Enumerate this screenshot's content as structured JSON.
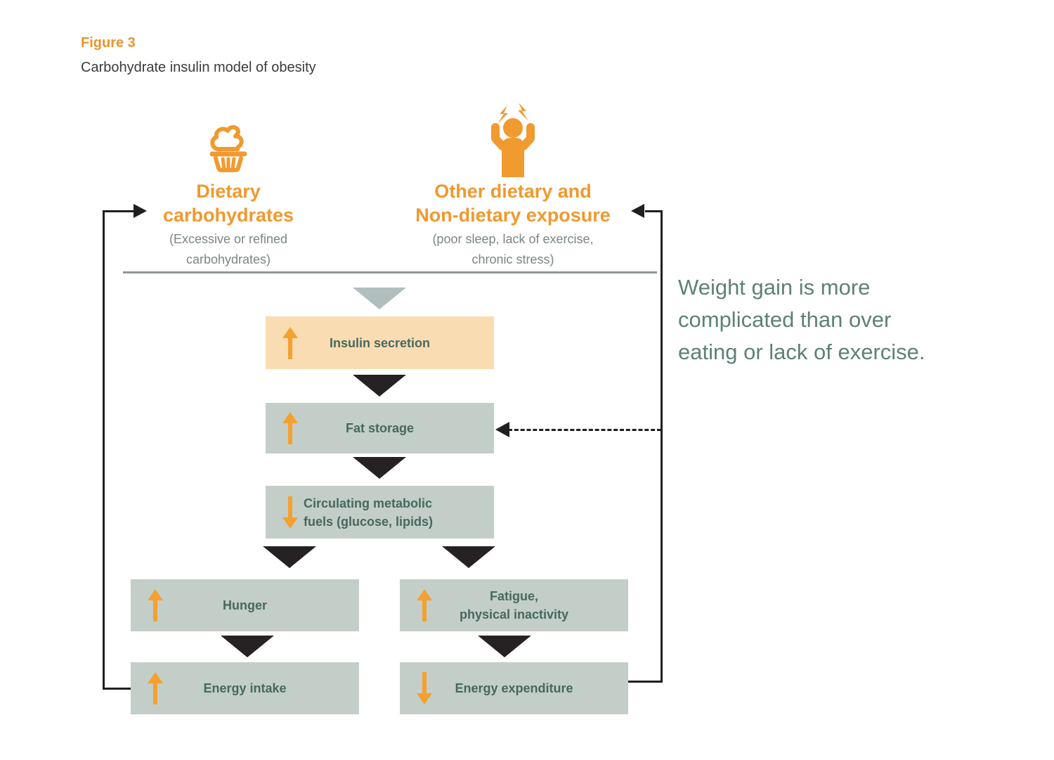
{
  "figure": {
    "label": "Figure 3",
    "title": "Carbohydrate insulin model of obesity"
  },
  "sources": {
    "dietary": {
      "icon": "cupcake-icon",
      "title_lines": [
        "Dietary",
        "carbohydrates"
      ],
      "subtitle_lines": [
        "(Excessive or refined",
        "carbohydrates)"
      ]
    },
    "other": {
      "icon": "stressed-person-icon",
      "title_lines": [
        "Other dietary and",
        "Non-dietary exposure"
      ],
      "subtitle_lines": [
        "(poor sleep, lack of exercise,",
        "chronic stress)"
      ]
    }
  },
  "nodes": {
    "insulin_secretion": {
      "direction": "up",
      "lines": [
        "Insulin secretion"
      ],
      "variant": "orange"
    },
    "fat_storage": {
      "direction": "up",
      "lines": [
        "Fat storage"
      ],
      "variant": "gray"
    },
    "metabolic_fuels": {
      "direction": "down",
      "lines": [
        "Circulating metabolic",
        "fuels (glucose, lipids)"
      ],
      "variant": "gray"
    },
    "hunger": {
      "direction": "up",
      "lines": [
        "Hunger"
      ],
      "variant": "gray"
    },
    "fatigue": {
      "direction": "up",
      "lines": [
        "Fatigue,",
        "physical inactivity"
      ],
      "variant": "gray"
    },
    "energy_intake": {
      "direction": "up",
      "lines": [
        "Energy intake"
      ],
      "variant": "gray"
    },
    "energy_expenditure": {
      "direction": "down",
      "lines": [
        "Energy expenditure"
      ],
      "variant": "gray"
    }
  },
  "callout": {
    "lines": [
      "Weight gain is more",
      "complicated than over",
      "eating or lack of exercise."
    ]
  },
  "colors": {
    "accent_orange": "#F0992F",
    "arrow_orange": "#F5A02F",
    "peach_fill": "#FADCB2",
    "gray_fill": "#C3CEC8",
    "box_text": "#47685F",
    "muted_text": "#7C8683",
    "callout_text": "#5E8078",
    "figure_label": "#E9952D",
    "figure_title": "#3B3B3B",
    "triangle_dark": "#262223",
    "triangle_gray": "#B1BEBE",
    "connector_line": "#1F1F1F",
    "separator_line": "#8F9793"
  }
}
